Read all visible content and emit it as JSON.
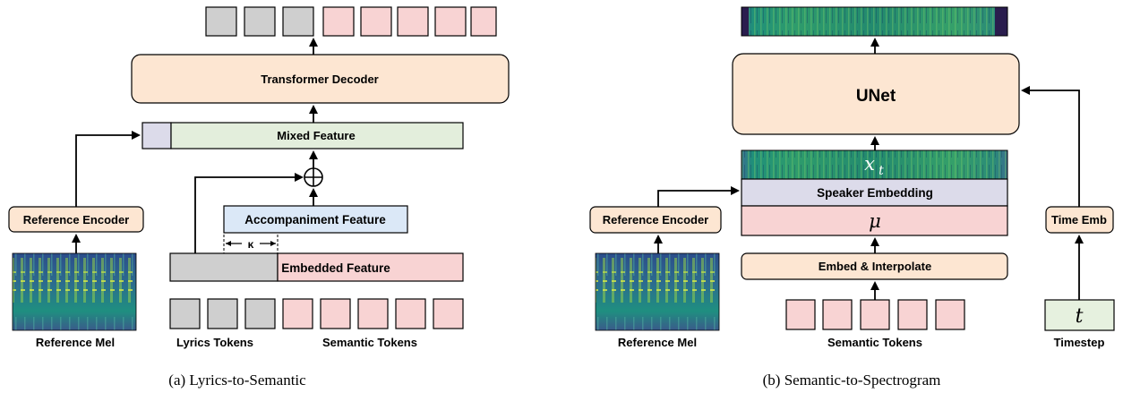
{
  "colors": {
    "orange": "#fde6d2",
    "green": "#e3eedc",
    "pink": "#f8d3d3",
    "gray": "#cfcfcf",
    "lavender": "#dcdbea",
    "blue": "#dbe8f7",
    "light_green": "#e6f1df"
  },
  "panel_a": {
    "caption": "(a) Lyrics-to-Semantic",
    "decoder_label": "Transformer Decoder",
    "mixed_label": "Mixed Feature",
    "accomp_label": "Accompaniment Feature",
    "embedded_label": "Embedded Feature",
    "kappa_label": "κ",
    "ref_encoder_label": "Reference Encoder",
    "ref_mel_label": "Reference Mel",
    "lyrics_tokens_label": "Lyrics Tokens",
    "semantic_tokens_label": "Semantic Tokens",
    "plus_icon": "circle-plus-icon"
  },
  "panel_b": {
    "caption": "(b) Semantic-to-Spectrogram",
    "unet_label": "UNet",
    "xt_label": "x",
    "xt_sub": "t",
    "speaker_label": "Speaker Embedding",
    "mu_label": "μ",
    "embed_label": "Embed & Interpolate",
    "ref_encoder_label": "Reference Encoder",
    "ref_mel_label": "Reference Mel",
    "time_emb_label": "Time Emb",
    "t_label": "t",
    "semantic_tokens_label": "Semantic Tokens",
    "timestep_label": "Timestep"
  }
}
